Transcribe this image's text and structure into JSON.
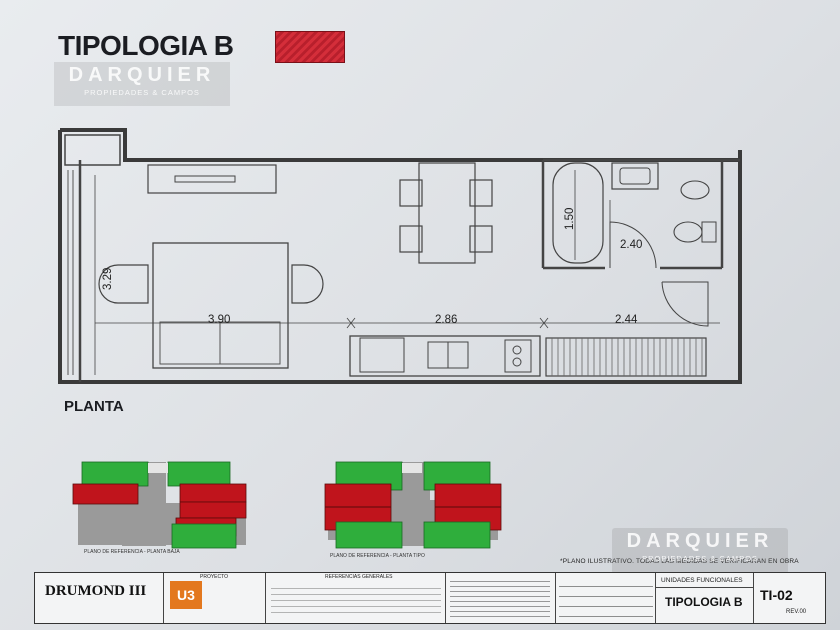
{
  "sheet": {
    "title": "TIPOLOGIA B",
    "plan_label": "PLANTA",
    "swatch_color": "#c9232f"
  },
  "watermark": {
    "name": "DARQUIER",
    "tagline": "PROPIEDADES & CAMPOS"
  },
  "dimensions": {
    "living_width": "3.90",
    "living_depth": "3.29",
    "kitchen_width": "2.86",
    "bath_width": "2.44",
    "bath_depth_a": "1.50",
    "bath_depth_b": "2.40"
  },
  "reference_plans": {
    "ground_floor_caption": "PLANO DE REFERENCIA - PLANTA BAJA",
    "typical_floor_caption": "PLANO DE REFERENCIA - PLANTA TIPO"
  },
  "note": "*PLANO ILUSTRATIVO. TODAS LAS MEDIDAS SE VERIFICARAN EN OBRA",
  "title_block": {
    "project_name": "DRUMOND III",
    "project_header": "PROYECTO",
    "logo_text": "U3",
    "references_header": "REFERENCIAS GENERALES",
    "units_header": "UNIDADES FUNCIONALES",
    "sheet_name": "TIPOLOGIA B",
    "sheet_number": "TI-02",
    "revision": "REV.00"
  },
  "colors": {
    "available_unit": "#2fae3c",
    "sold_unit": "#c0141c",
    "common_area": "#a6a6a6",
    "wall": "#3a3a3a"
  }
}
